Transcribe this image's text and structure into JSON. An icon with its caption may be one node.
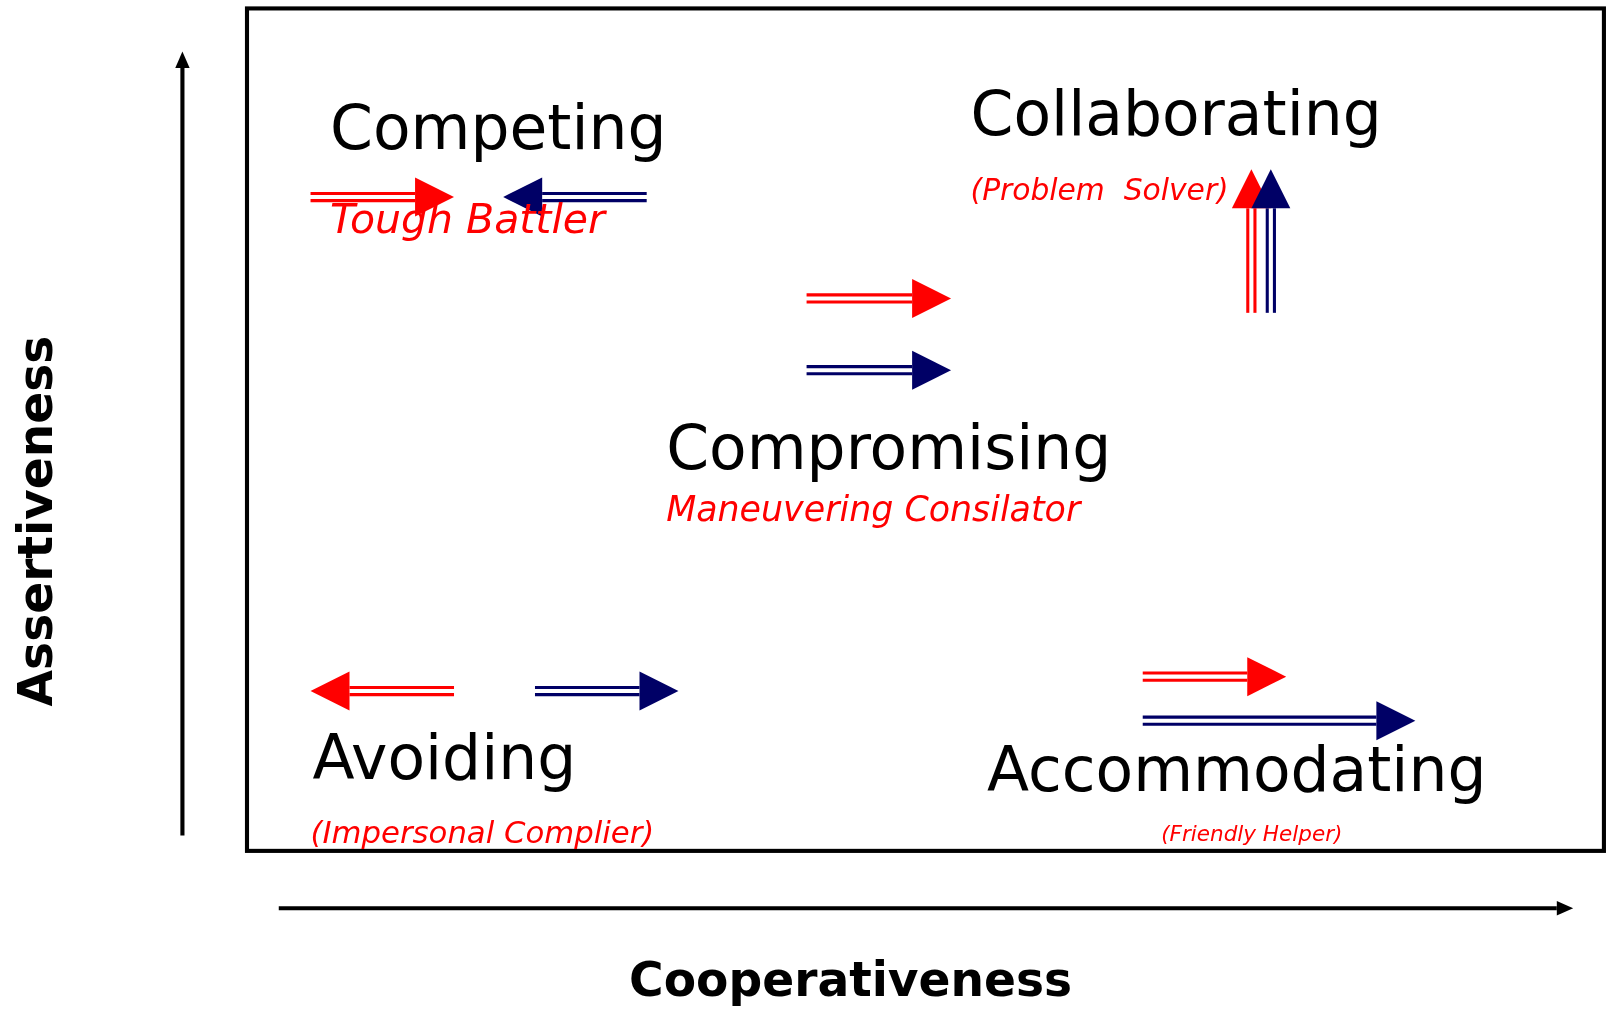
{
  "diagram": {
    "labels": [
      "Competing",
      "Collaborating",
      "(Problem  Solver)",
      "Tough Battler",
      "Compromising",
      "Maneuvering Consilator",
      "Assertiveness",
      "Avoiding",
      "Accommodating",
      "(Impersonal Complier)",
      "(Friendly Helper)",
      "Cooperativeness"
    ]
  }
}
